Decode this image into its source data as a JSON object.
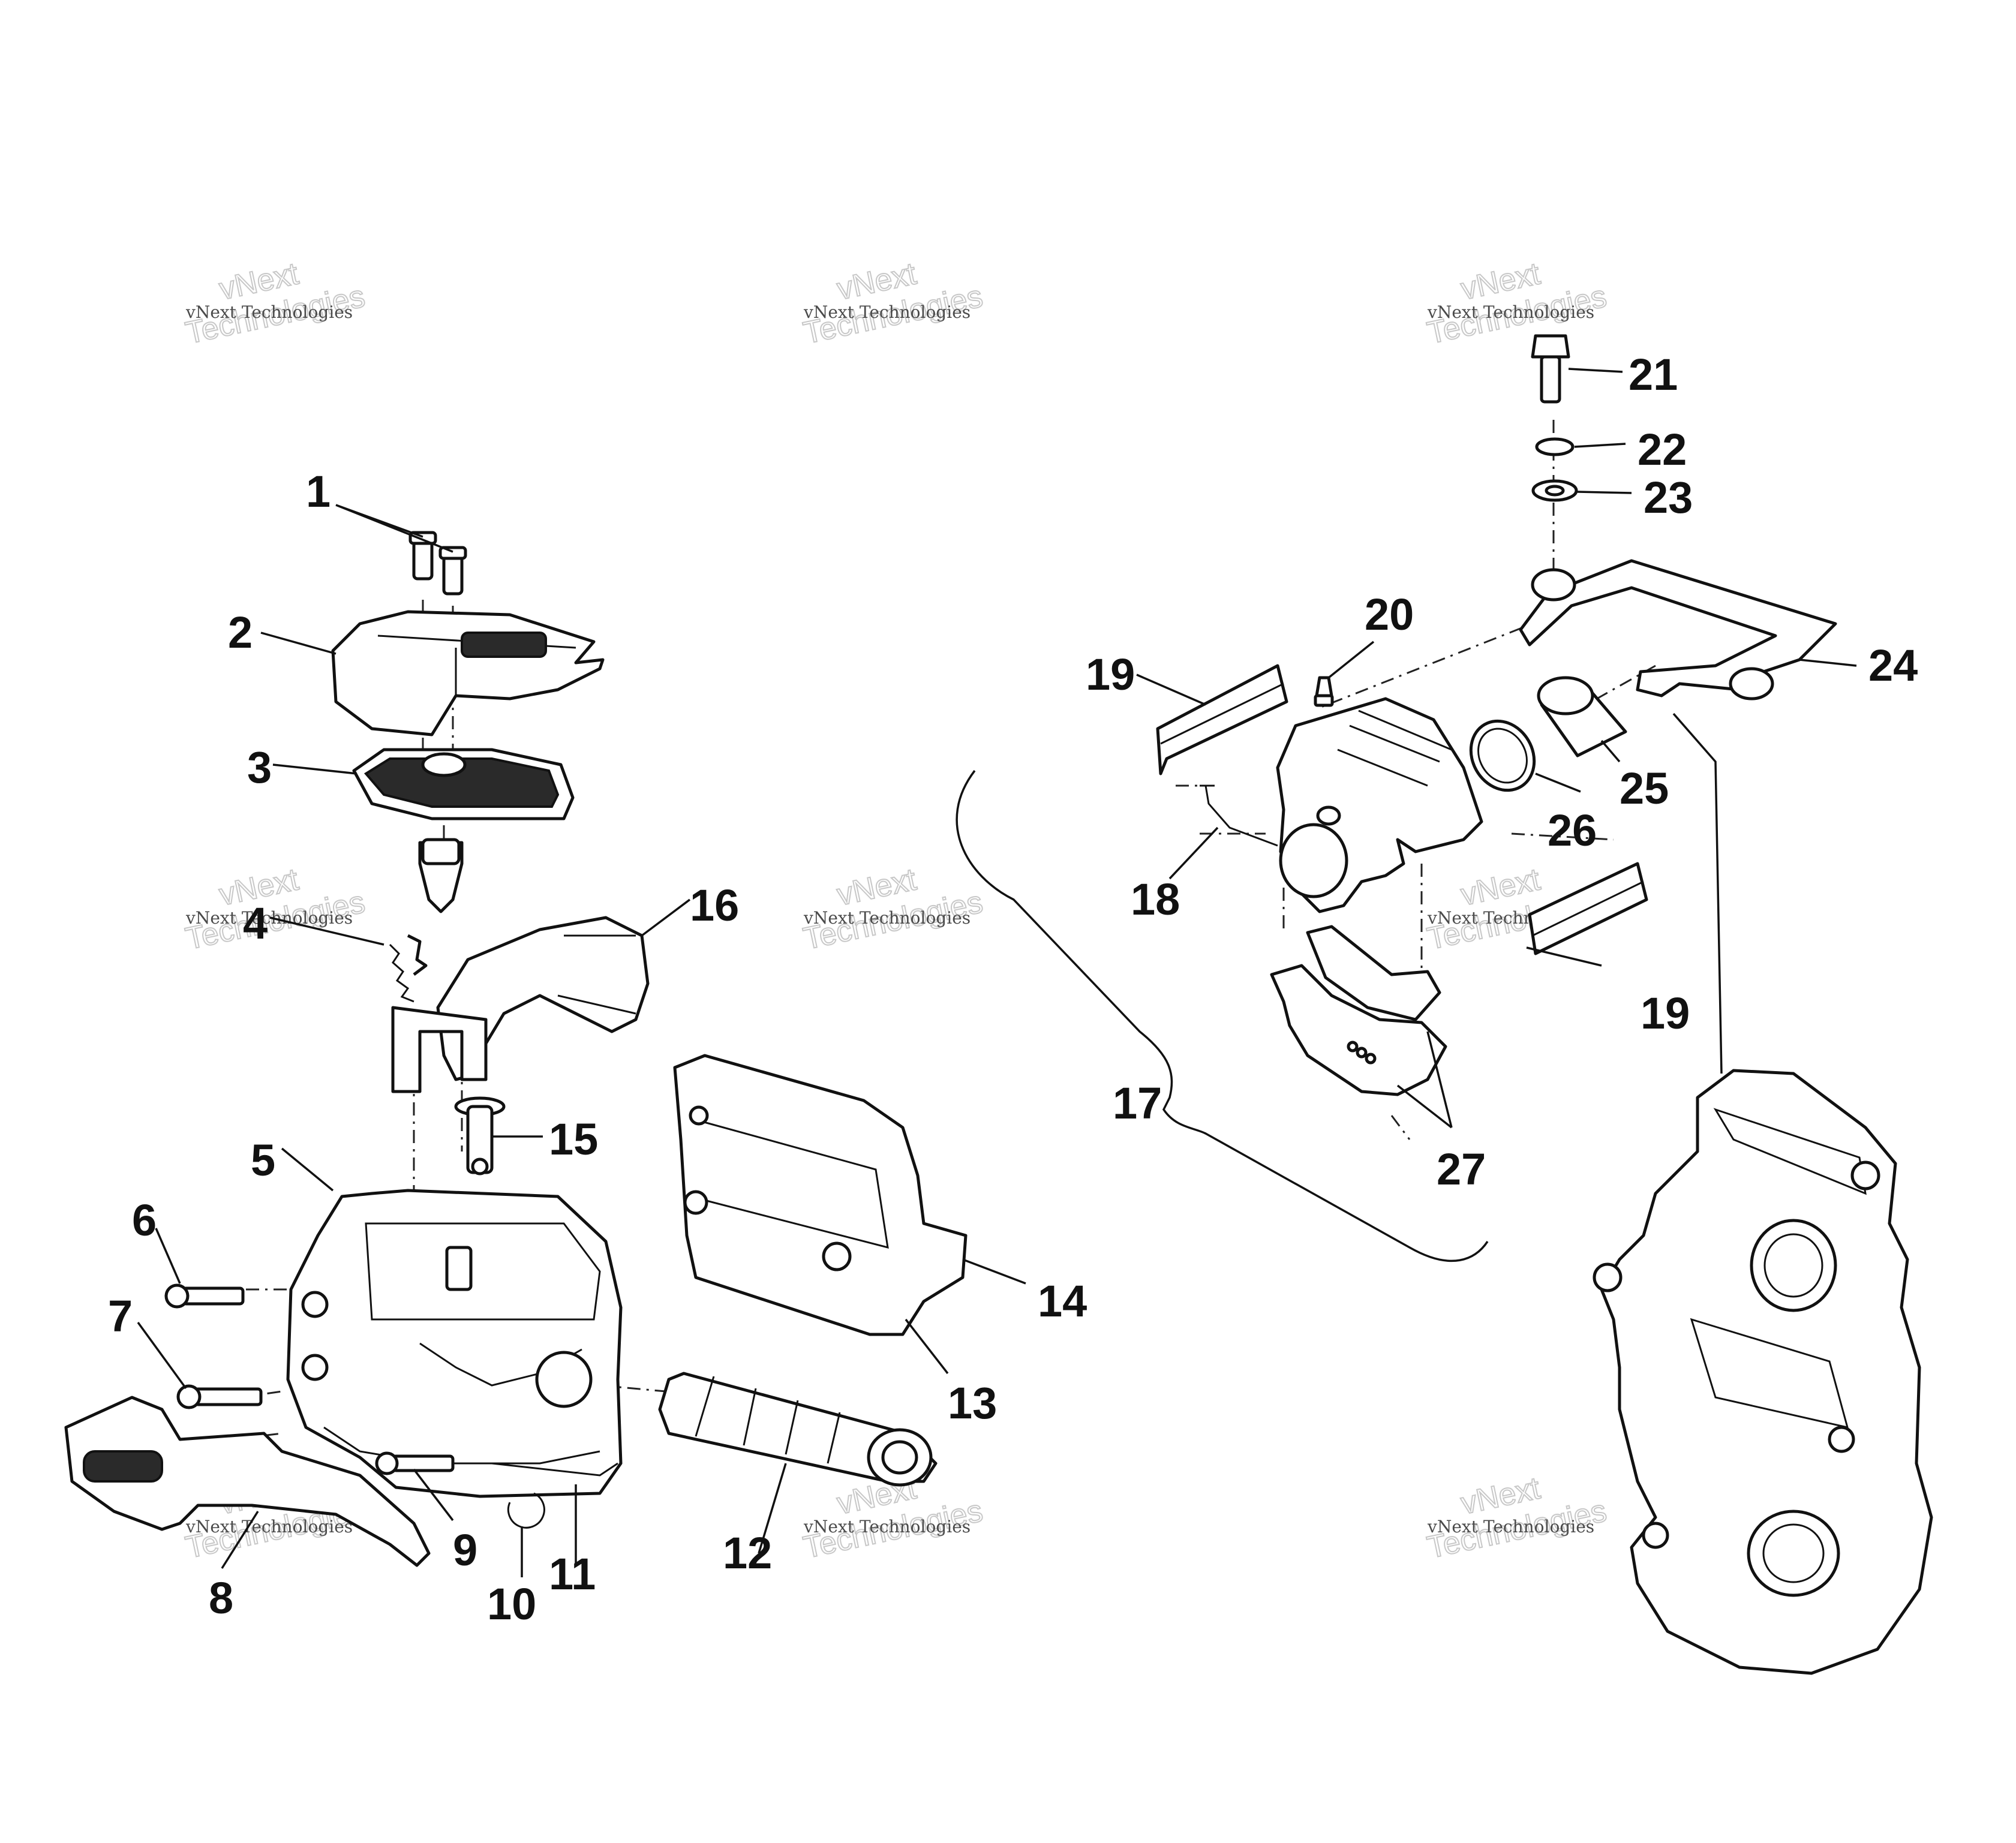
{
  "diagram": {
    "watermark": {
      "line1": "vNext Technologies",
      "line2a": "vNext",
      "line2b": "Technologies"
    },
    "callouts": {
      "c1": "1",
      "c2": "2",
      "c3": "3",
      "c4": "4",
      "c5": "5",
      "c6": "6",
      "c7": "7",
      "c8": "8",
      "c9": "9",
      "c10": "10",
      "c11": "11",
      "c12": "12",
      "c13": "13",
      "c14": "14",
      "c15": "15",
      "c16": "16",
      "c17": "17",
      "c18": "18",
      "c19a": "19",
      "c19b": "19",
      "c20": "20",
      "c21": "21",
      "c22": "22",
      "c23": "23",
      "c24": "24",
      "c25": "25",
      "c26": "26",
      "c27": "27"
    }
  }
}
